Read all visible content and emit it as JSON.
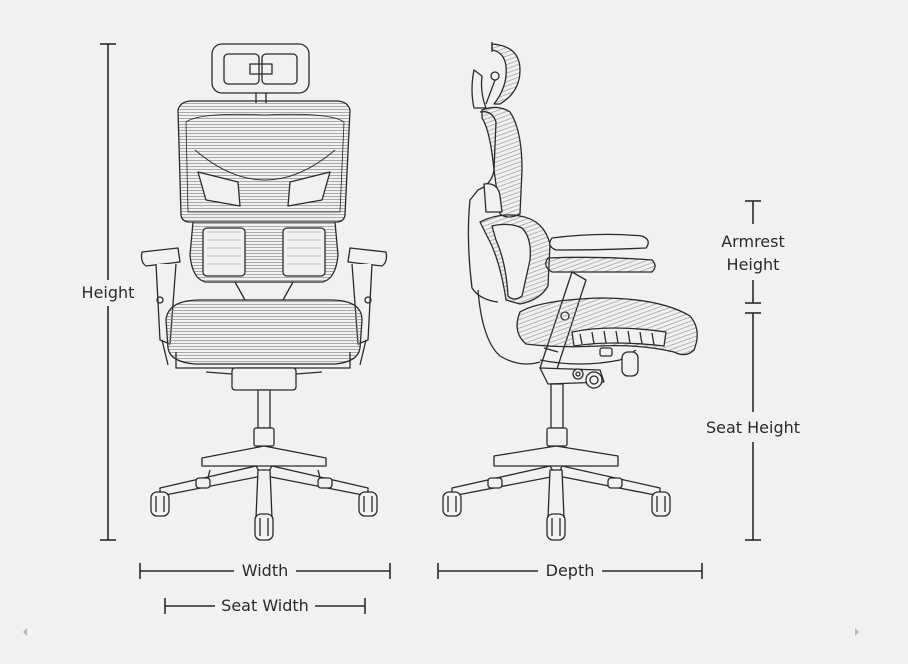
{
  "labels": {
    "height": "Height",
    "width": "Width",
    "seat_width": "Seat Width",
    "depth": "Depth",
    "armrest_line1": "Armrest",
    "armrest_line2": "Height",
    "seat_height": "Seat Height"
  },
  "icons": {
    "prev": "chevron-left-icon",
    "next": "chevron-right-icon"
  },
  "colors": {
    "background": "#f1f1f1",
    "line": "#2a2a2a",
    "mesh": "#8a8a8a",
    "arrow": "#b5b5b5"
  }
}
